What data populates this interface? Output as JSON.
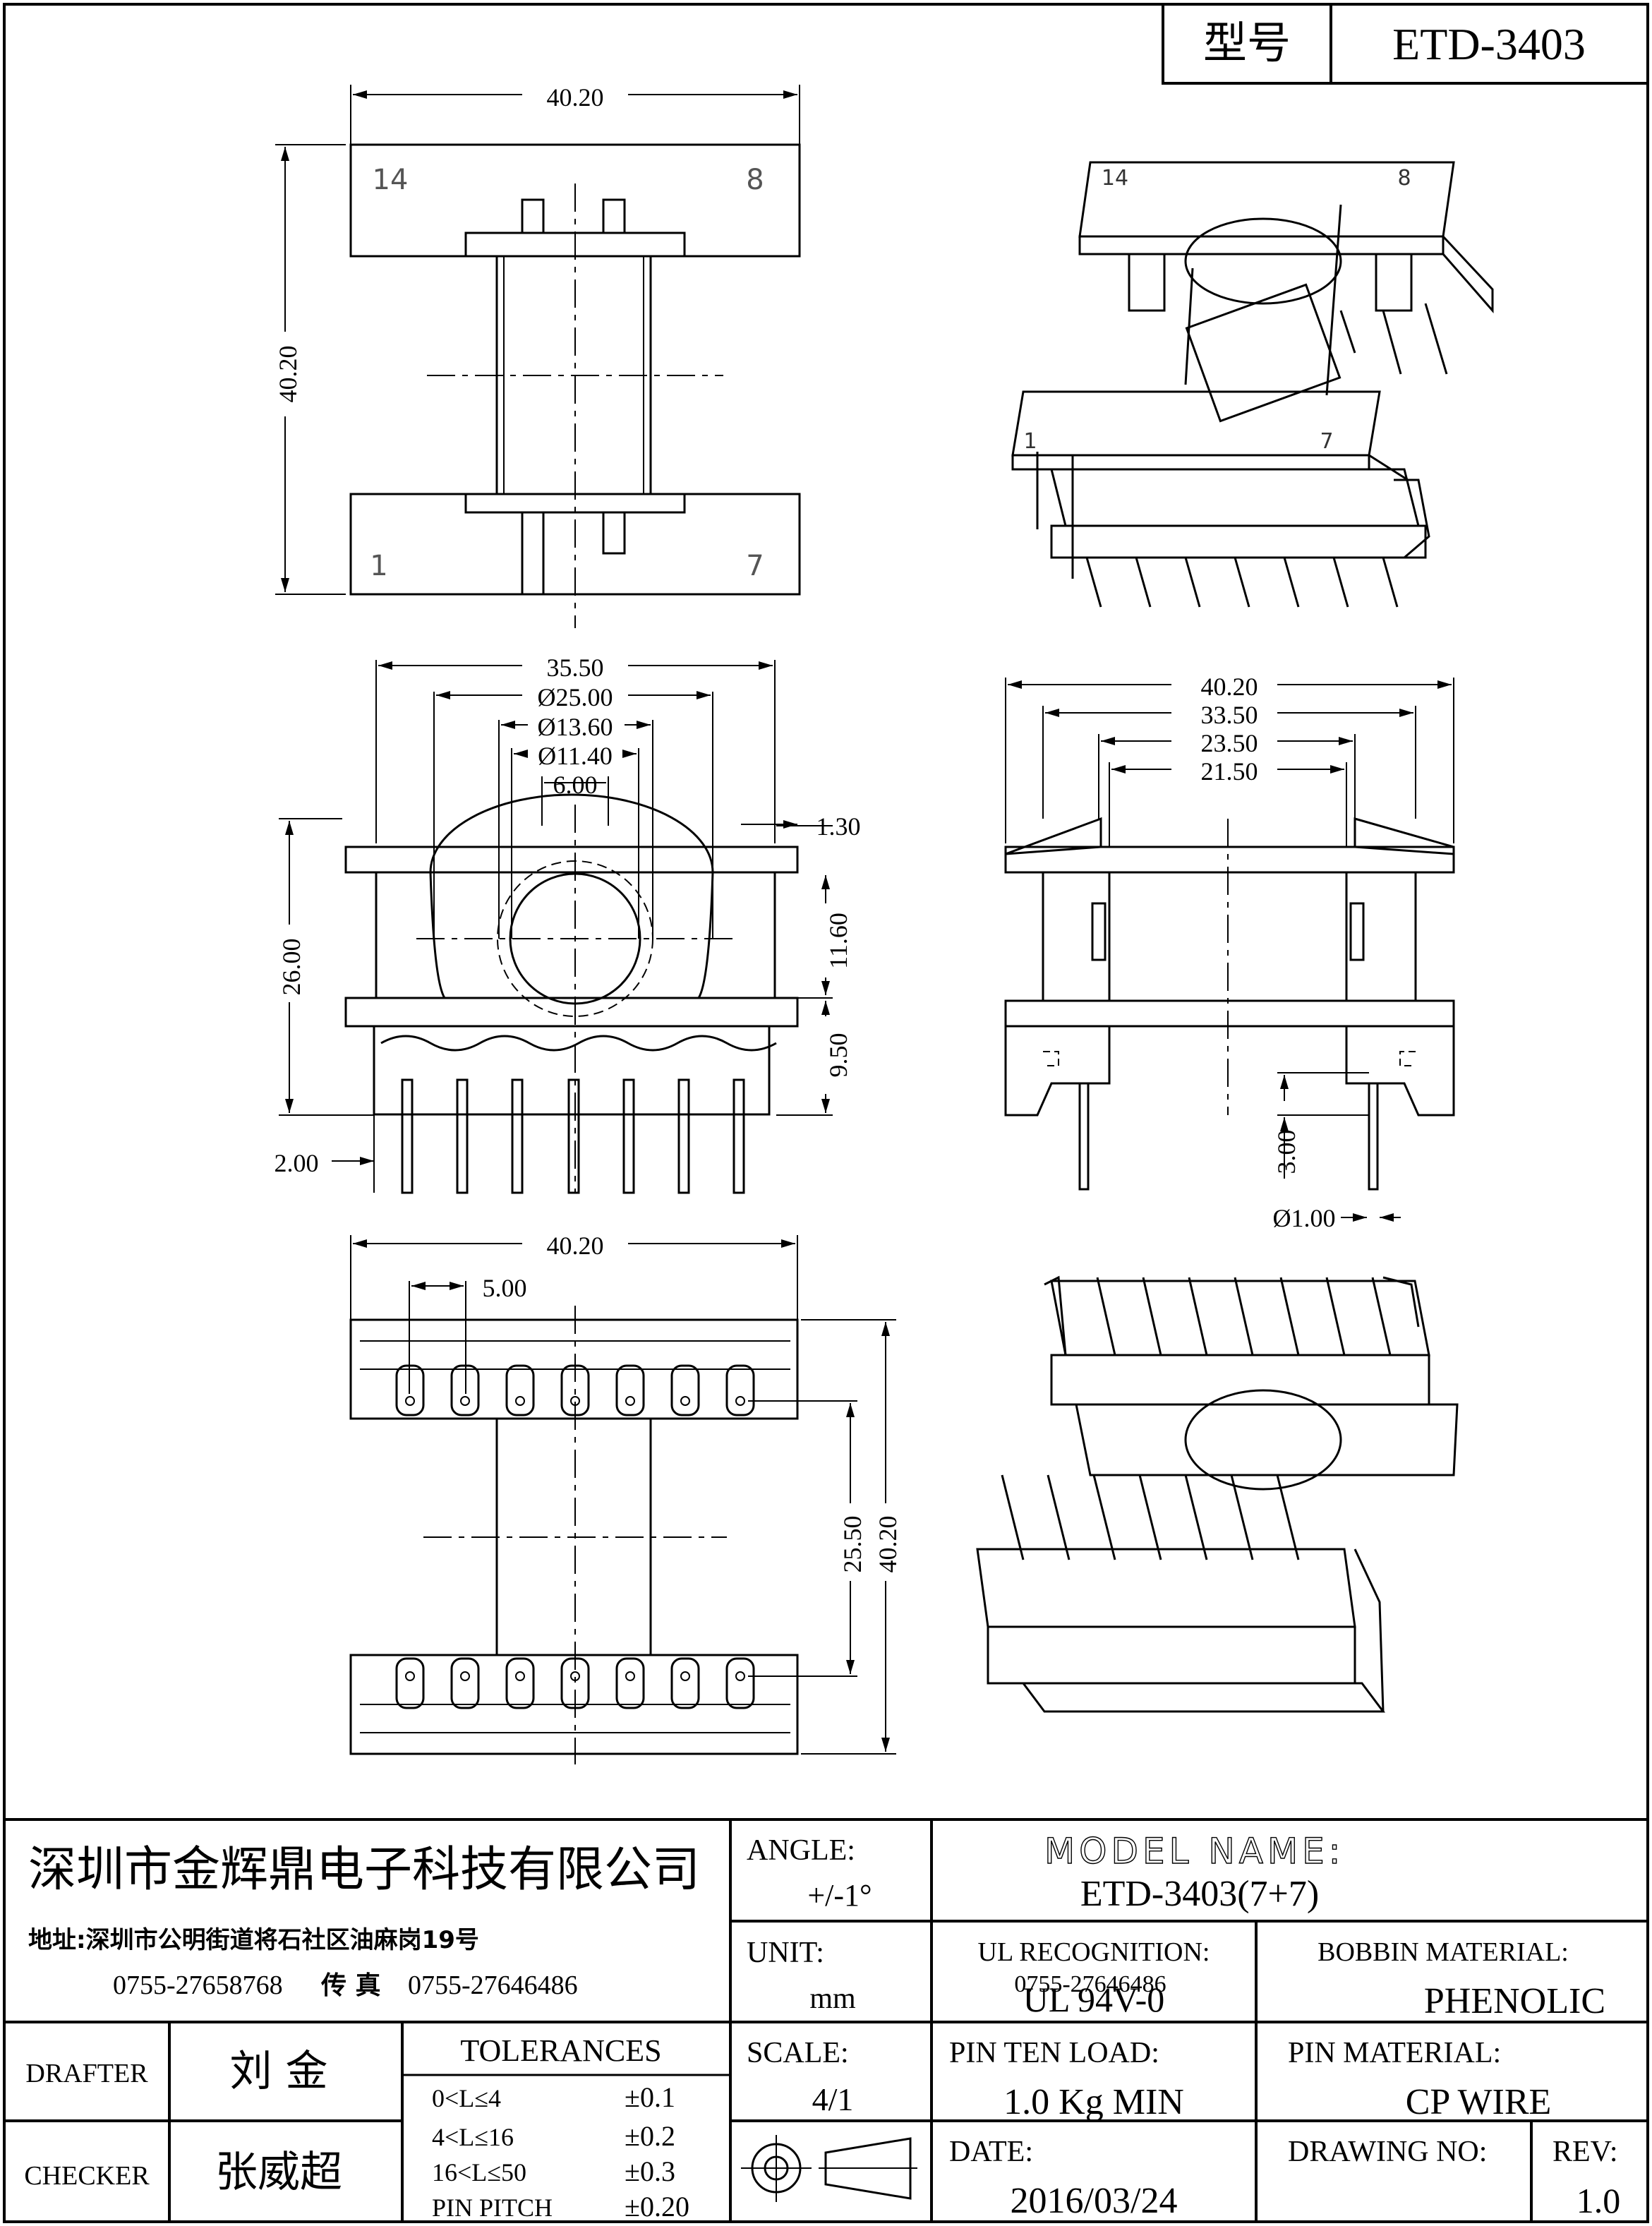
{
  "header": {
    "model_label": "型号",
    "model_value": "ETD-3403"
  },
  "views": {
    "top_view": {
      "dim_width": "40.20",
      "dim_height": "40.20",
      "pin_labels": [
        "14",
        "8",
        "1",
        "7"
      ]
    },
    "iso_top": {
      "pin_labels": [
        "14",
        "8",
        "1",
        "7"
      ]
    },
    "front_view": {
      "dims": [
        "35.50",
        "Ø25.00",
        "Ø13.60",
        "Ø11.40",
        "6.00",
        "1.30",
        "26.00",
        "11.60",
        "9.50",
        "2.00"
      ]
    },
    "side_view": {
      "dims": [
        "40.20",
        "33.50",
        "23.50",
        "21.50",
        "3.00",
        "Ø1.00"
      ]
    },
    "bottom_view": {
      "dims": [
        "40.20",
        "5.00",
        "25.50",
        "40.20"
      ]
    }
  },
  "title_block": {
    "company_name": "深圳市金辉鼎电子科技有限公司",
    "address": "地址:深圳市公明街道将石社区油麻岗19号",
    "phone": "0755-27658768",
    "fax_label": "传 真",
    "fax": "0755-27646486",
    "angle_label": "ANGLE:",
    "angle_value": "+/-1°",
    "model_name_label": "MODEL NAME:",
    "model_name_value": "ETD-3403(7+7)",
    "unit_label": "UNIT:",
    "unit_value": "mm",
    "ul_label": "UL RECOGNITION:",
    "ul_overprint": "0755-27646486",
    "ul_value": "UL 94V-0",
    "bobbin_label": "BOBBIN MATERIAL:",
    "bobbin_value": "PHENOLIC",
    "drafter_label": "DRAFTER",
    "drafter_value": "刘  金",
    "checker_label": "CHECKER",
    "checker_value": "张威超",
    "tolerances_label": "TOLERANCES",
    "tolerance_rows": [
      {
        "range": "0<L≤4",
        "tol": "±0.1"
      },
      {
        "range": "4<L≤16",
        "tol": "±0.2"
      },
      {
        "range": "16<L≤50",
        "tol": "±0.3"
      },
      {
        "range": "PIN PITCH",
        "tol": "±0.20"
      }
    ],
    "scale_label": "SCALE:",
    "scale_value": "4/1",
    "pin_load_label": "PIN TEN LOAD:",
    "pin_load_value": "1.0 Kg MIN",
    "pin_material_label": "PIN MATERIAL:",
    "pin_material_value": "CP WIRE",
    "date_label": "DATE:",
    "date_value": "2016/03/24",
    "drawing_no_label": "DRAWING NO:",
    "drawing_no_value": "",
    "rev_label": "REV:",
    "rev_value": "1.0"
  }
}
